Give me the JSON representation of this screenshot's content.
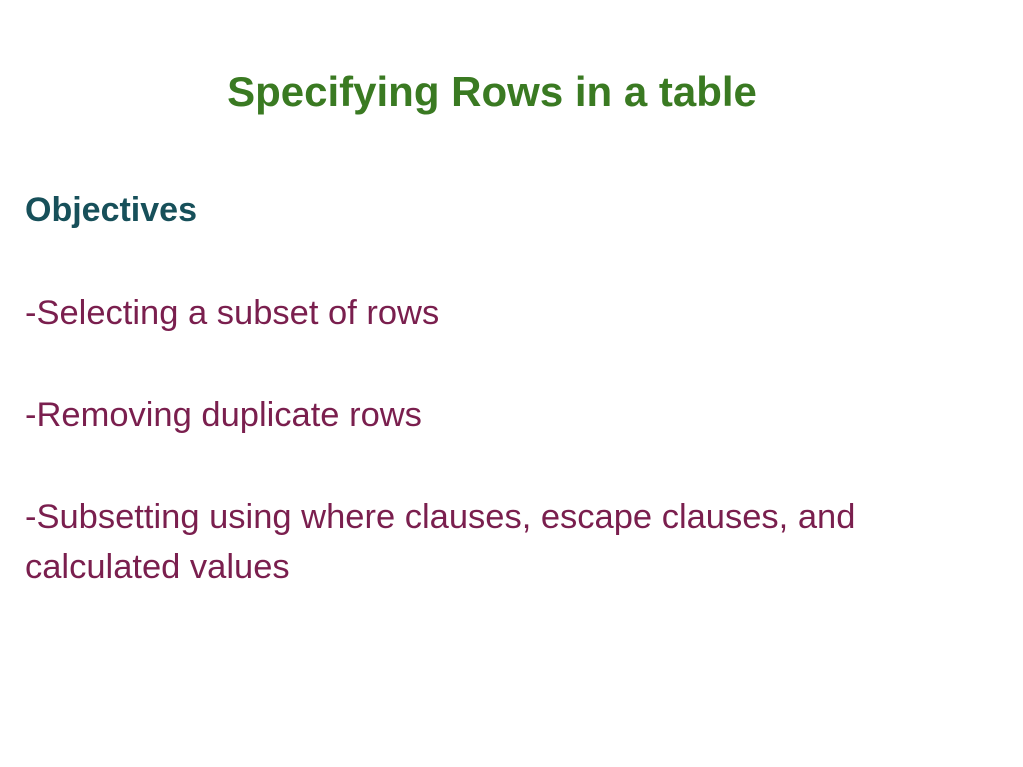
{
  "slide": {
    "title": "Specifying Rows in a table",
    "subheading": "Objectives",
    "bullets": [
      "-Selecting a subset of rows",
      "-Removing duplicate rows",
      "-Subsetting using where clauses, escape clauses, and calculated values"
    ]
  },
  "colors": {
    "title": "#3a7a22",
    "subheading": "#17505a",
    "bullets": "#7a1f4e",
    "background": "#ffffff"
  }
}
